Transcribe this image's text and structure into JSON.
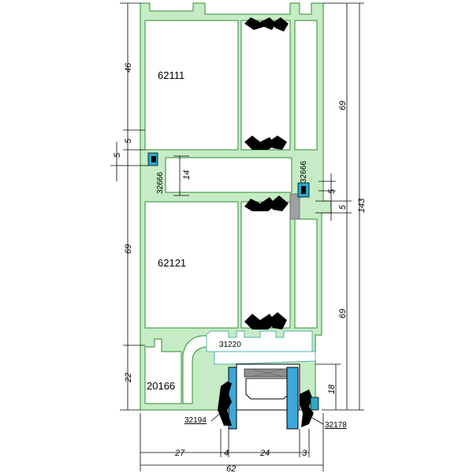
{
  "parts": {
    "top_profile": "62111",
    "middle_profile": "62121",
    "sill_profile": "20166",
    "glazing_bead": "31220",
    "left_connector": "32666",
    "right_connector": "32666",
    "outer_gasket": "32194",
    "inner_gasket": "32178"
  },
  "dimensions": {
    "left": {
      "top": "46",
      "upper_gap": "5",
      "lower_gap": "5",
      "mid": "69",
      "bottom": "22"
    },
    "inner_14": "14",
    "right": {
      "upper": "69",
      "gap_a": "5",
      "gap_b": "5",
      "lower": "69",
      "small": "18",
      "overall": "143"
    },
    "bottom": {
      "seg1": "27",
      "seg2": "4",
      "seg3": "24",
      "seg4": "3",
      "overall": "62"
    }
  },
  "colors": {
    "profile_fill": "#c6ecc6",
    "profile_stroke": "#2e8b2e",
    "glass": "#3aa8d8",
    "gasket": "#000000"
  }
}
